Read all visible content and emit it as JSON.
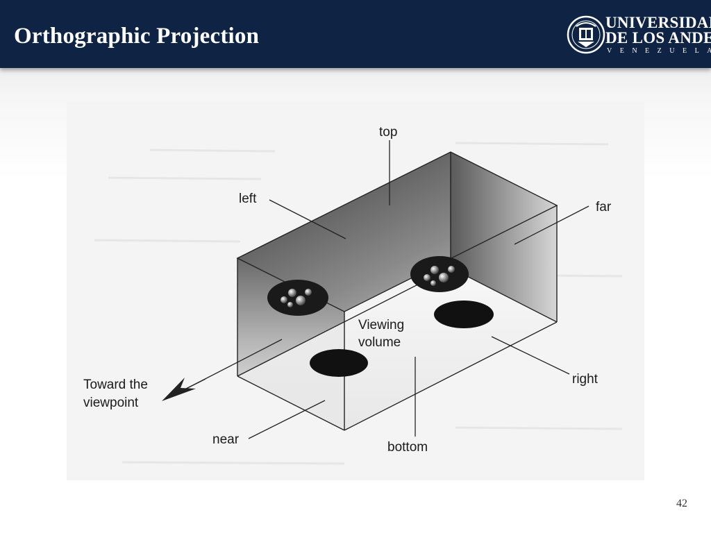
{
  "slide": {
    "title": "Orthographic Projection",
    "page_number": "42"
  },
  "logo": {
    "line1": "UNIVERSIDAD",
    "line2": "DE LOS ANDES",
    "line3": "VENEZUELA"
  },
  "diagram": {
    "labels": {
      "top": "top",
      "left": "left",
      "far": "far",
      "viewing": "Viewing",
      "volume": "volume",
      "right": "right",
      "toward": "Toward the",
      "viewpoint": "viewpoint",
      "near": "near",
      "bottom": "bottom"
    }
  },
  "colors": {
    "header_bg": "#0f2444",
    "header_text": "#ffffff"
  }
}
